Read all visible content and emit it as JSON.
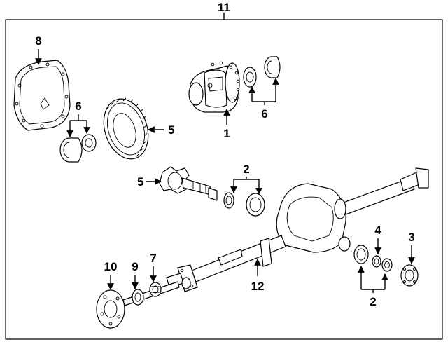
{
  "diagram": {
    "assembly_label": "11",
    "callouts": {
      "carrier_case": "1",
      "bearing_left": "2",
      "bearing_right": "2",
      "pinion_nut": "3",
      "pinion_seal": "4",
      "ring_gear": "5",
      "pinion_gear": "5",
      "carrier_bearings_top": "6",
      "carrier_bearings_left": "6",
      "axle_bearing": "7",
      "cover_gasket": "8",
      "axle_seal": "9",
      "axle_flange": "10",
      "axle_housing": "12"
    }
  }
}
